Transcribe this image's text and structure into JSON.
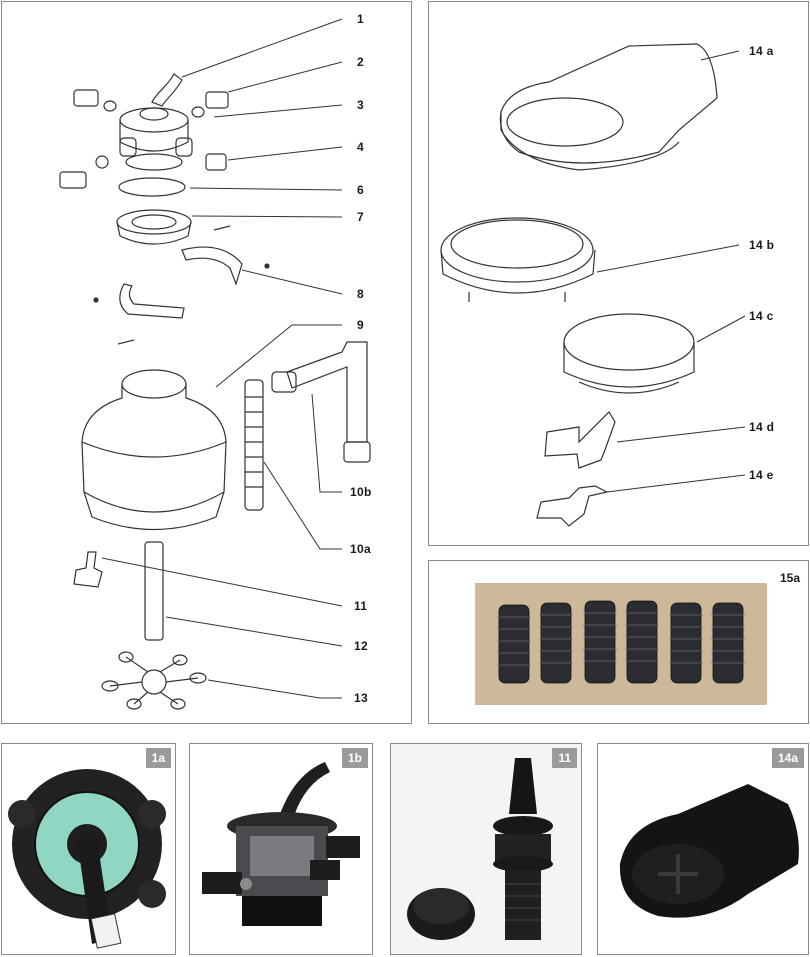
{
  "main_diagram": {
    "callouts": [
      "1",
      "2",
      "3",
      "4",
      "6",
      "7",
      "8",
      "9",
      "10b",
      "10a",
      "11",
      "12",
      "13"
    ]
  },
  "lid_diagram": {
    "callouts": [
      "14 a",
      "14 b",
      "14 c",
      "14 d",
      "14 e"
    ]
  },
  "laterals_photo": {
    "badge": "15a"
  },
  "photos": [
    {
      "badge": "1a"
    },
    {
      "badge": "1b"
    },
    {
      "badge": "11"
    },
    {
      "badge": "14a"
    }
  ],
  "colors": {
    "border": "#8a8a8a",
    "badge_bg": "#9a9a9a",
    "valve_label": "#8fd6c4",
    "sand_bg": "#cdb89a",
    "part_dark": "#1b1b1b"
  }
}
